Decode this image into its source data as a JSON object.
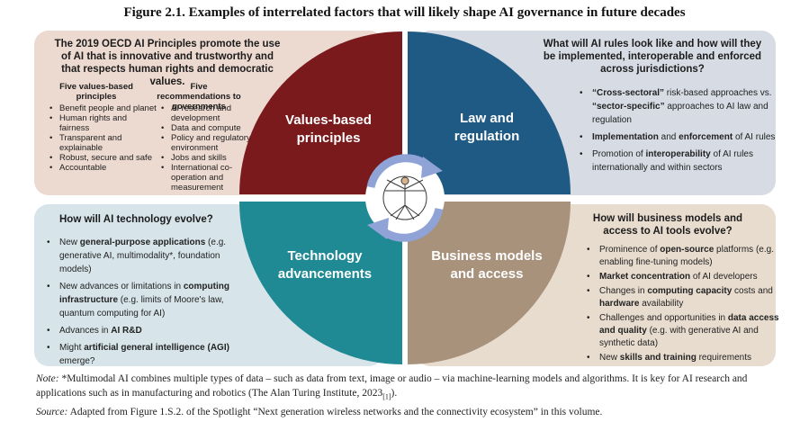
{
  "title": "Figure 2.1. Examples of interrelated factors that will likely shape AI governance in future decades",
  "top_left": {
    "heading": "The 2019 OECD AI Principles promote the use of AI that is innovative and trustworthy and that respects human rights and democratic values.",
    "col1_title": "Five values-based principles",
    "col1_items": [
      "Benefit people and planet",
      "Human rights and fairness",
      "Transparent and explainable",
      "Robust, secure and safe",
      "Accountable"
    ],
    "col2_title": "Five recommendations to governments",
    "col2_items": [
      "AI research and development",
      "Data and compute",
      "Policy and regulatory environment",
      "Jobs and skills",
      "International co-operation and measurement"
    ]
  },
  "top_right": {
    "heading": "What will AI rules look like and how will they be implemented, interoperable and enforced across jurisdictions?",
    "b1_bold1": "“Cross-sectoral”",
    "b1_text1": " risk-based approaches vs. ",
    "b1_bold2": "“sector-specific”",
    "b1_text2": " approaches to AI law and regulation",
    "b2_bold1": "Implementation",
    "b2_text1": " and ",
    "b2_bold2": "enforcement",
    "b2_text2": " of AI rules",
    "b3_text1": "Promotion of ",
    "b3_bold1": "interoperability",
    "b3_text2": " of AI rules internationally and within sectors"
  },
  "bottom_left": {
    "heading": "How will AI technology evolve?",
    "b1_text1": "New ",
    "b1_bold1": "general-purpose applications",
    "b1_text2": " (e.g. generative AI, multimodality*, foundation models)",
    "b2_text1": "New advances or limitations in ",
    "b2_bold1": "computing infrastructure",
    "b2_text2": " (e.g. limits of Moore's law, quantum computing for AI)",
    "b3_text1": "Advances in ",
    "b3_bold1": "AI R&D",
    "b4_text1": "Might ",
    "b4_bold1": "artificial general intelligence (AGI)",
    "b4_text2": " emerge?"
  },
  "bottom_right": {
    "heading": "How will business models and access to AI tools evolve?",
    "b1_text1": "Prominence of ",
    "b1_bold1": "open-source",
    "b1_text2": " platforms (e.g. enabling fine-tuning models)",
    "b2_bold1": "Market concentration",
    "b2_text2": " of AI developers",
    "b3_text1": "Changes in ",
    "b3_bold1": "computing capacity",
    "b3_text2": " costs and ",
    "b3_bold2": "hardware",
    "b3_text3": " availability",
    "b4_text1": "Challenges and opportunities in ",
    "b4_bold1": "data access and quality",
    "b4_text2": " (e.g. with generative AI and synthetic data)",
    "b5_text1": "New ",
    "b5_bold1": "skills and training",
    "b5_text2": " requirements"
  },
  "quadrants": {
    "tl_line1": "Values-based",
    "tl_line2": "principles",
    "tr_line1": "Law and",
    "tr_line2": "regulation",
    "bl_line1": "Technology",
    "bl_line2": "advancements",
    "br_line1": "Business models",
    "br_line2": "and access"
  },
  "colors": {
    "values": "#7a1a1d",
    "law": "#1f5a84",
    "tech": "#1f8a94",
    "business": "#a8927c",
    "arrow": "#8fa3d6"
  },
  "note": {
    "label": "Note:",
    "text": " *Multimodal AI combines multiple types of data – such as data from text, image or audio – via machine-learning models and algorithms. It is key for AI research and applications such as in manufacturing and robotics (The Alan Turing Institute, 2023",
    "ref": "[1]",
    "end": ")."
  },
  "source": {
    "label": "Source:",
    "text": " Adapted from Figure 1.S.2. of the Spotlight “Next generation wireless networks and the connectivity ecosystem” in this volume."
  }
}
